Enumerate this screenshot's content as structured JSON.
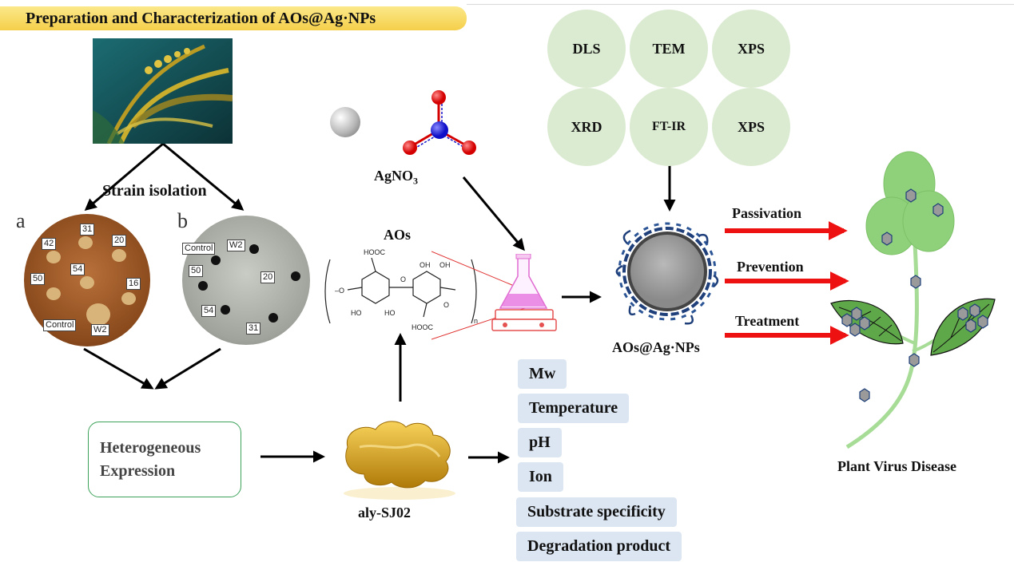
{
  "title": "Preparation and Characterization of AOs@Ag·NPs",
  "strain_isolation": "Strain isolation",
  "plate_a": {
    "letter": "a",
    "labels": [
      "42",
      "31",
      "20",
      "50",
      "54",
      "16",
      "Control",
      "W2"
    ]
  },
  "plate_b": {
    "letter": "b",
    "labels": [
      "Control",
      "W2",
      "50",
      "20",
      "54",
      "31"
    ]
  },
  "heterogeneous_expression": [
    "Heterogeneous",
    "Expression"
  ],
  "enzyme_label": "aly-SJ02",
  "agno3": {
    "main": "AgNO",
    "subscript": "3"
  },
  "aos_label": "AOs",
  "structure_subscript": "n",
  "characterization_methods": [
    "DLS",
    "TEM",
    "XPS",
    "XRD",
    "FT-IR",
    "XPS"
  ],
  "nanoparticle_label": "AOs@Ag·NPs",
  "effects": [
    "Passivation",
    "Prevention",
    "Treatment"
  ],
  "plant_label": "Plant Virus Disease",
  "enzyme_properties": [
    "Mw",
    "Temperature",
    "pH",
    "Ion",
    "Substrate specificity",
    "Degradation product"
  ],
  "colors": {
    "banner": "#f5cf4a",
    "circles": "#dbebd1",
    "property_box": "#dce6f2",
    "effect_arrow": "#ee1111",
    "hetero_border": "#3ea35a",
    "plant_green": "#8fd17a"
  }
}
